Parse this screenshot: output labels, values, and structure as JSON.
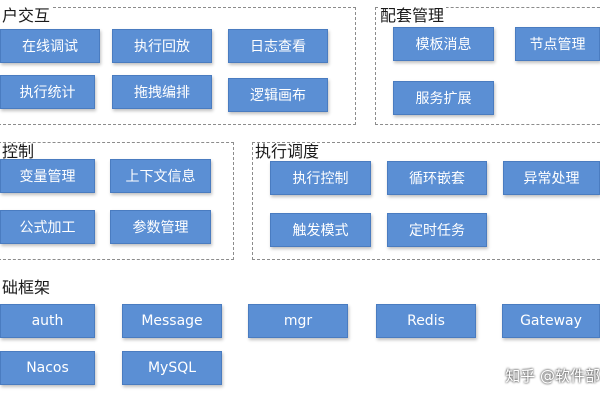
{
  "groups": {
    "interaction": {
      "title": "户交互",
      "items": [
        "在线调试",
        "执行回放",
        "日志查看",
        "执行统计",
        "拖拽编排",
        "逻辑画布"
      ]
    },
    "supporting": {
      "title": "配套管理",
      "items": [
        "模板消息",
        "节点管理",
        "服务扩展"
      ]
    },
    "control": {
      "title": "控制",
      "items": [
        "变量管理",
        "上下文信息",
        "公式加工",
        "参数管理"
      ]
    },
    "scheduling": {
      "title": "执行调度",
      "items": [
        "执行控制",
        "循环嵌套",
        "异常处理",
        "触发模式",
        "定时任务"
      ]
    },
    "framework": {
      "title": "础框架",
      "items": [
        "auth",
        "Message",
        "mgr",
        "Redis",
        "Gateway",
        "Nacos",
        "MySQL"
      ]
    }
  },
  "watermark": "知乎 @软件部"
}
